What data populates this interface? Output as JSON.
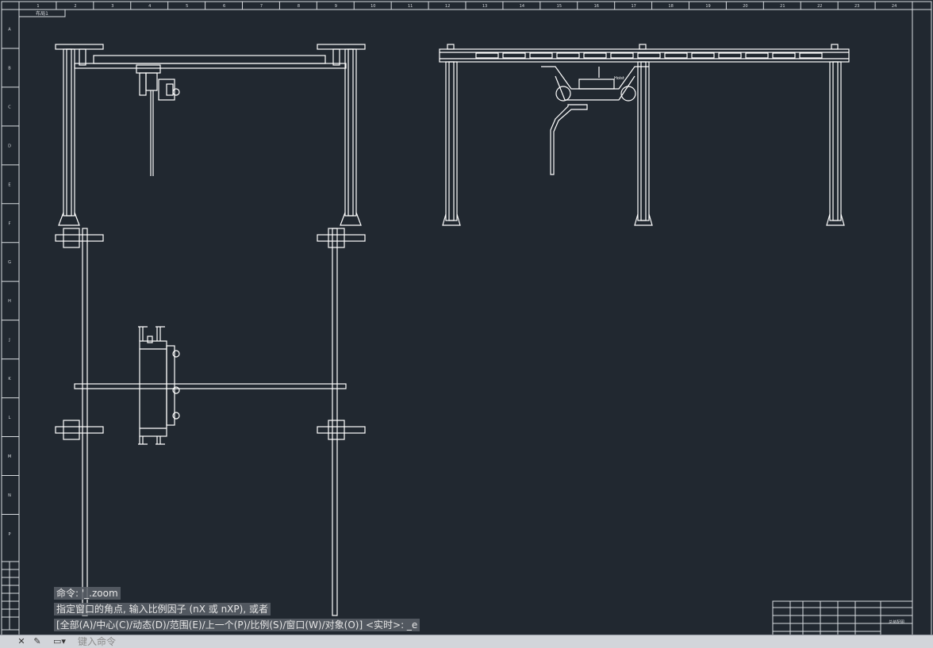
{
  "app": {
    "layout_tab": "布局1"
  },
  "grid": {
    "columns": [
      "1",
      "2",
      "3",
      "4",
      "5",
      "6",
      "7",
      "8",
      "9",
      "10",
      "11",
      "12",
      "13",
      "14",
      "15",
      "16",
      "17",
      "18",
      "19",
      "20",
      "21",
      "22",
      "23",
      "24"
    ],
    "rows": [
      "A",
      "B",
      "C",
      "D",
      "E",
      "F",
      "G",
      "H",
      "J",
      "K",
      "L",
      "M",
      "N",
      "P"
    ]
  },
  "drawing": {
    "hoist_label": "Hoist"
  },
  "title_block": {
    "title": "总装配图"
  },
  "command": {
    "history": [
      "命令: '_.zoom",
      "指定窗口的角点, 输入比例因子 (nX 或 nXP), 或者",
      "[全部(A)/中心(C)/动态(D)/范围(E)/上一个(P)/比例(S)/窗口(W)/对象(O)] <实时>: _e"
    ],
    "input_placeholder": "键入命令"
  },
  "colors": {
    "background": "#212830",
    "line": "#ffffff",
    "frame": "#d8dce0"
  }
}
